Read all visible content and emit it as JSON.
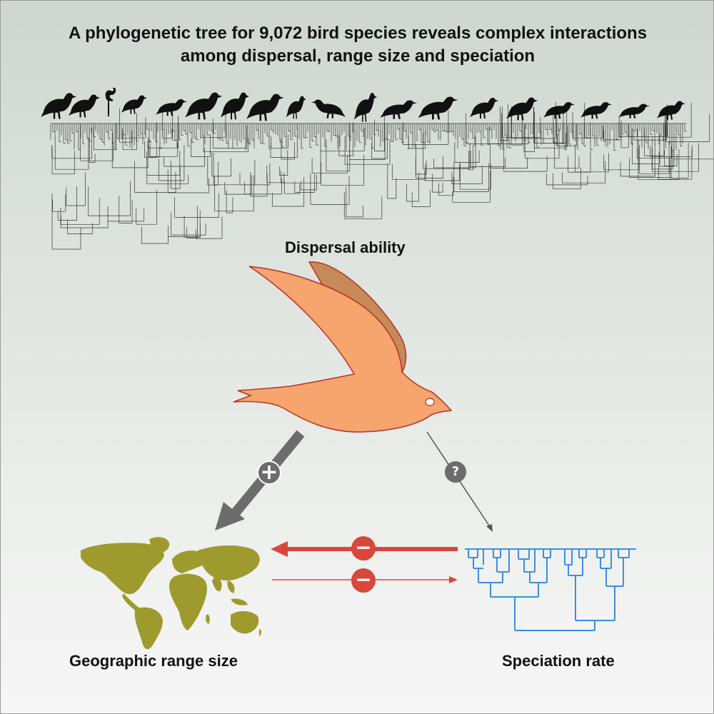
{
  "title": {
    "line1": "A phylogenetic tree for 9,072 bird species reveals complex interactions",
    "line2": "among dispersal, range size and speciation"
  },
  "labels": {
    "dispersal": "Dispersal ability",
    "range": "Geographic range size",
    "speciation": "Speciation rate"
  },
  "signs": {
    "range_effect": "+",
    "speciation_effect": "?",
    "speciation_on_range": "−",
    "range_on_speciation": "−"
  },
  "colors": {
    "bird_body": "#f5a56d",
    "bird_wing_back": "#c68a58",
    "bird_outline": "#b8322a",
    "map": "#9e9b2e",
    "speciation_tree": "#3a8fe3",
    "negative_arrow": "#d9463a",
    "positive_arrow": "#6c6c6c",
    "phylogeny": "#000000"
  },
  "icons": {
    "silhouettes": "bird-silhouette-icon",
    "center": "bird-icon",
    "map": "world-map-icon",
    "tree": "speciation-tree-icon"
  }
}
